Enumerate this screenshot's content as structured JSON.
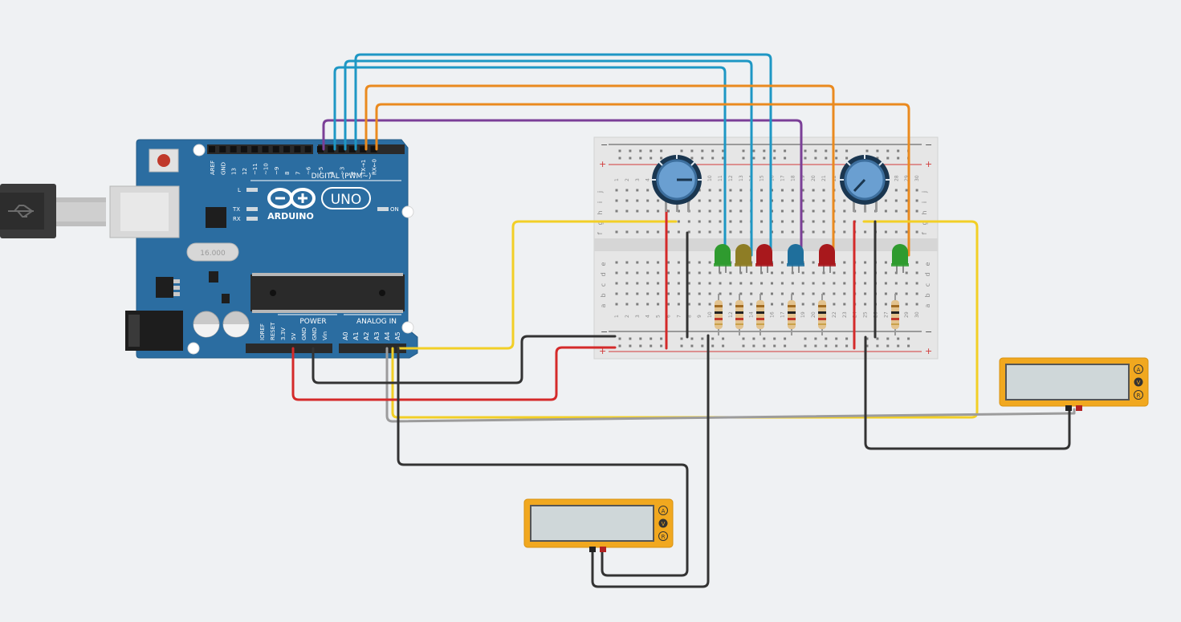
{
  "colors": {
    "background": "#eff1f3",
    "board_blue": "#2b6da1",
    "breadboard": "#e4e4e4",
    "wire_blue": "#1e97c4",
    "wire_orange": "#ea8a1f",
    "wire_purple": "#7b3f97",
    "wire_yellow": "#f2cf26",
    "wire_black": "#333333",
    "wire_red": "#d42a2a",
    "wire_gray": "#9c9c9c",
    "multimeter": "#f1a81f"
  },
  "arduino": {
    "brand": "ARDUINO",
    "model": "UNO",
    "digital_label": "DIGITAL (PWM~)",
    "power_label": "POWER",
    "analog_label": "ANALOG IN",
    "on_label": "ON",
    "led_l": "L",
    "led_tx": "TX",
    "led_rx": "RX",
    "crystal": "16.000",
    "digital_pins": [
      "AREF",
      "GND",
      "13",
      "12",
      "~11",
      "~10",
      "~9",
      "8",
      "7",
      "~6",
      "~5",
      "4",
      "~3",
      "2",
      "TX→1",
      "RX←0"
    ],
    "power_pins": [
      "IOREF",
      "RESET",
      "3.3V",
      "5V",
      "GND",
      "GND",
      "Vin"
    ],
    "analog_pins": [
      "A0",
      "A1",
      "A2",
      "A3",
      "A4",
      "A5"
    ]
  },
  "breadboard": {
    "plus_sign": "+",
    "minus_sign": "−",
    "row_letters_top": [
      "j",
      "i",
      "h",
      "g",
      "f"
    ],
    "row_letters_bottom": [
      "e",
      "d",
      "c",
      "b",
      "a"
    ],
    "columns": [
      "1",
      "2",
      "3",
      "4",
      "5",
      "6",
      "7",
      "8",
      "9",
      "10",
      "11",
      "12",
      "13",
      "14",
      "15",
      "16",
      "17",
      "18",
      "19",
      "20",
      "21",
      "22",
      "23",
      "24",
      "25",
      "26",
      "27",
      "28",
      "29",
      "30"
    ]
  },
  "components": {
    "potentiometers": [
      "potentiometer-left",
      "potentiometer-right"
    ],
    "leds": [
      {
        "name": "led-green-1",
        "color": "#2f9b2f"
      },
      {
        "name": "led-yellow",
        "color": "#8e7d25"
      },
      {
        "name": "led-red-1",
        "color": "#a8181c"
      },
      {
        "name": "led-blue",
        "color": "#1f6f9c"
      },
      {
        "name": "led-red-2",
        "color": "#a8181c"
      },
      {
        "name": "led-green-2",
        "color": "#2f9b2f"
      }
    ],
    "resistor_count": 6
  },
  "multimeter": {
    "mode_labels": [
      "A",
      "V",
      "R"
    ]
  }
}
